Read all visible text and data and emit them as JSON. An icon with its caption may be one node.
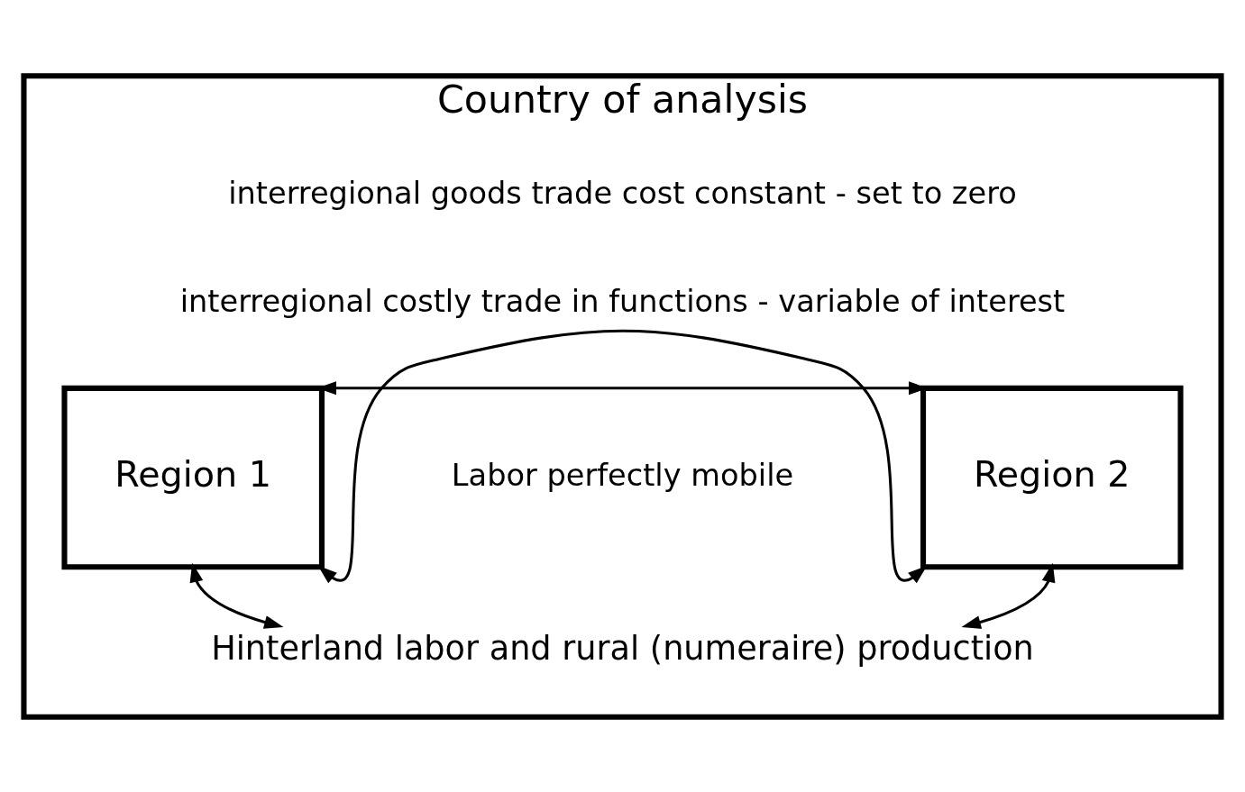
{
  "diagram": {
    "nodes": [
      {
        "text": [
          "Country of analysis"
        ]
      },
      {
        "text": [
          "Region 1"
        ],
        "in": 0
      },
      {
        "text": [
          "Region 2"
        ],
        "in": 0
      },
      {
        "text": [
          "Hinterland labor and rural (numeraire) production"
        ],
        "in": 0
      }
    ],
    "edges": [
      {
        "from": 1,
        "to": 2,
        "arrow": "both"
      },
      {
        "from": 1,
        "to": 2,
        "arrow": "both"
      },
      {
        "from": 1,
        "to": 3,
        "arrow": "both"
      },
      {
        "from": 2,
        "to": 3,
        "arrow": "both"
      }
    ],
    "labels": [
      "interregional goods trade cost constant - set to zero",
      "interregional costly trade in functions - variable of interest",
      "Labor perfectly mobile"
    ]
  }
}
